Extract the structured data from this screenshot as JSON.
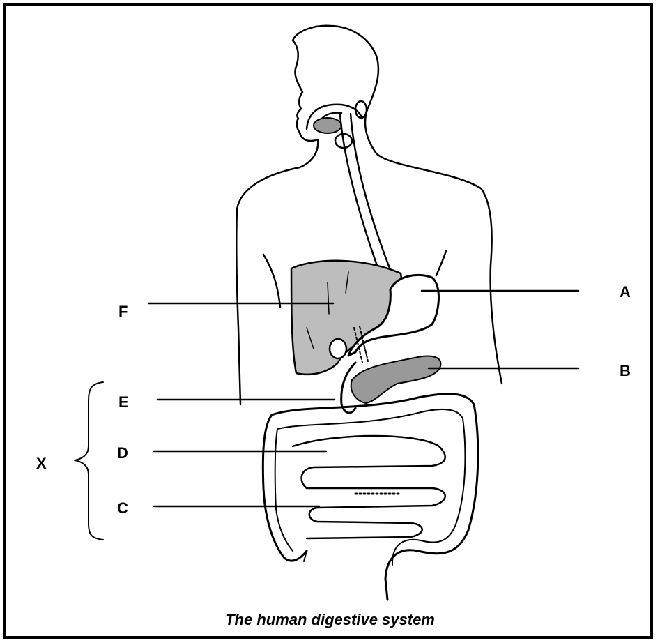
{
  "caption": "The human digestive system",
  "labels": {
    "A": "A",
    "B": "B",
    "C": "C",
    "D": "D",
    "E": "E",
    "F": "F",
    "X": "X"
  },
  "colors": {
    "ink": "#000000",
    "organ_shade": "#555555",
    "background": "#ffffff"
  }
}
